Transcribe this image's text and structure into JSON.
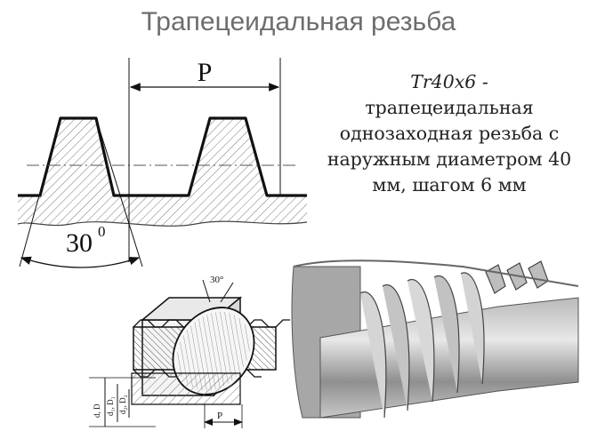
{
  "title": "Трапецеидальная резьба",
  "description": {
    "designation": "Tr40x6 -",
    "lines": [
      "трапецеидальная",
      "однозаходная резьба с",
      "наружным диаметром 40",
      "мм, шагом 6 мм"
    ]
  },
  "profile_diagram": {
    "pitch_label": "P",
    "angle_value": "30",
    "angle_unit": "0"
  },
  "section_labels": {
    "angle": "30°",
    "pitch": "P",
    "d_D": "d, D",
    "d1_D1": "d₁, D₁",
    "d2_D2": "d₂, D₂"
  }
}
